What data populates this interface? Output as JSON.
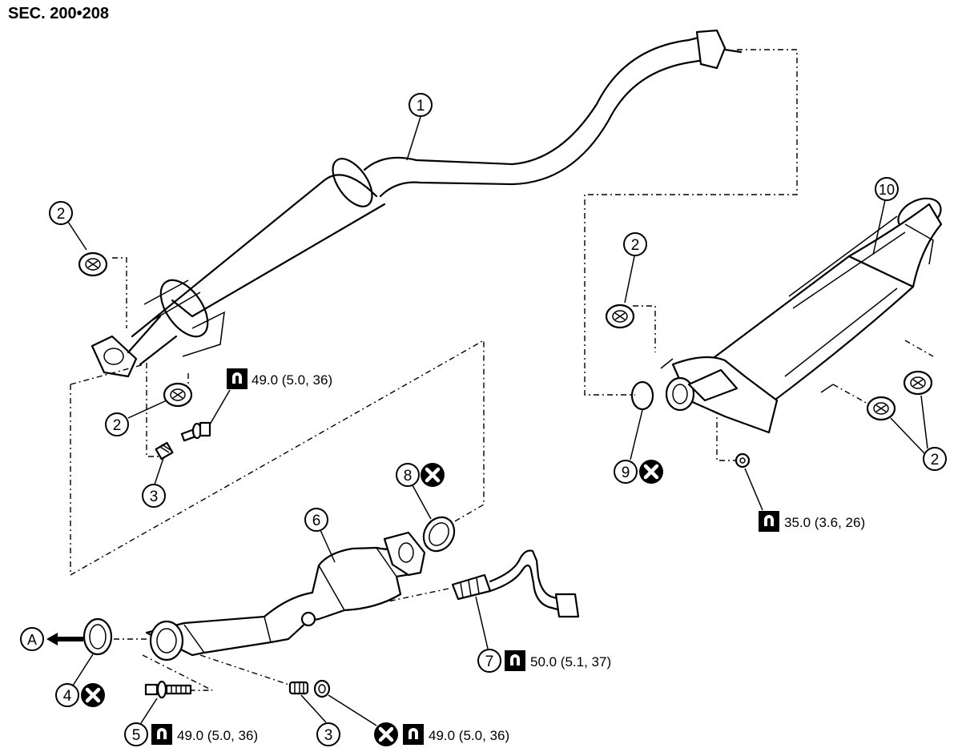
{
  "section": "SEC. 200•208",
  "callouts": {
    "c1": "1",
    "c2a": "2",
    "c2b": "2",
    "c2c": "2",
    "c2d": "2",
    "c3a": "3",
    "c3b": "3",
    "c4": "4",
    "c5": "5",
    "c6": "6",
    "c7": "7",
    "c8": "8",
    "c9": "9",
    "c10": "10",
    "cA": "A"
  },
  "torques": {
    "t_upper_bolt": "49.0 (5.0, 36)",
    "t_center_nut": "35.0 (3.6, 26)",
    "t_sensor": "50.0 (5.1, 37)",
    "t_bolt_5": "49.0 (5.0, 36)",
    "t_nut_lower": "49.0 (5.0, 36)"
  },
  "icons": [
    "torque-wrench-icon",
    "do-not-reuse-icon",
    "arrow-left-icon"
  ]
}
